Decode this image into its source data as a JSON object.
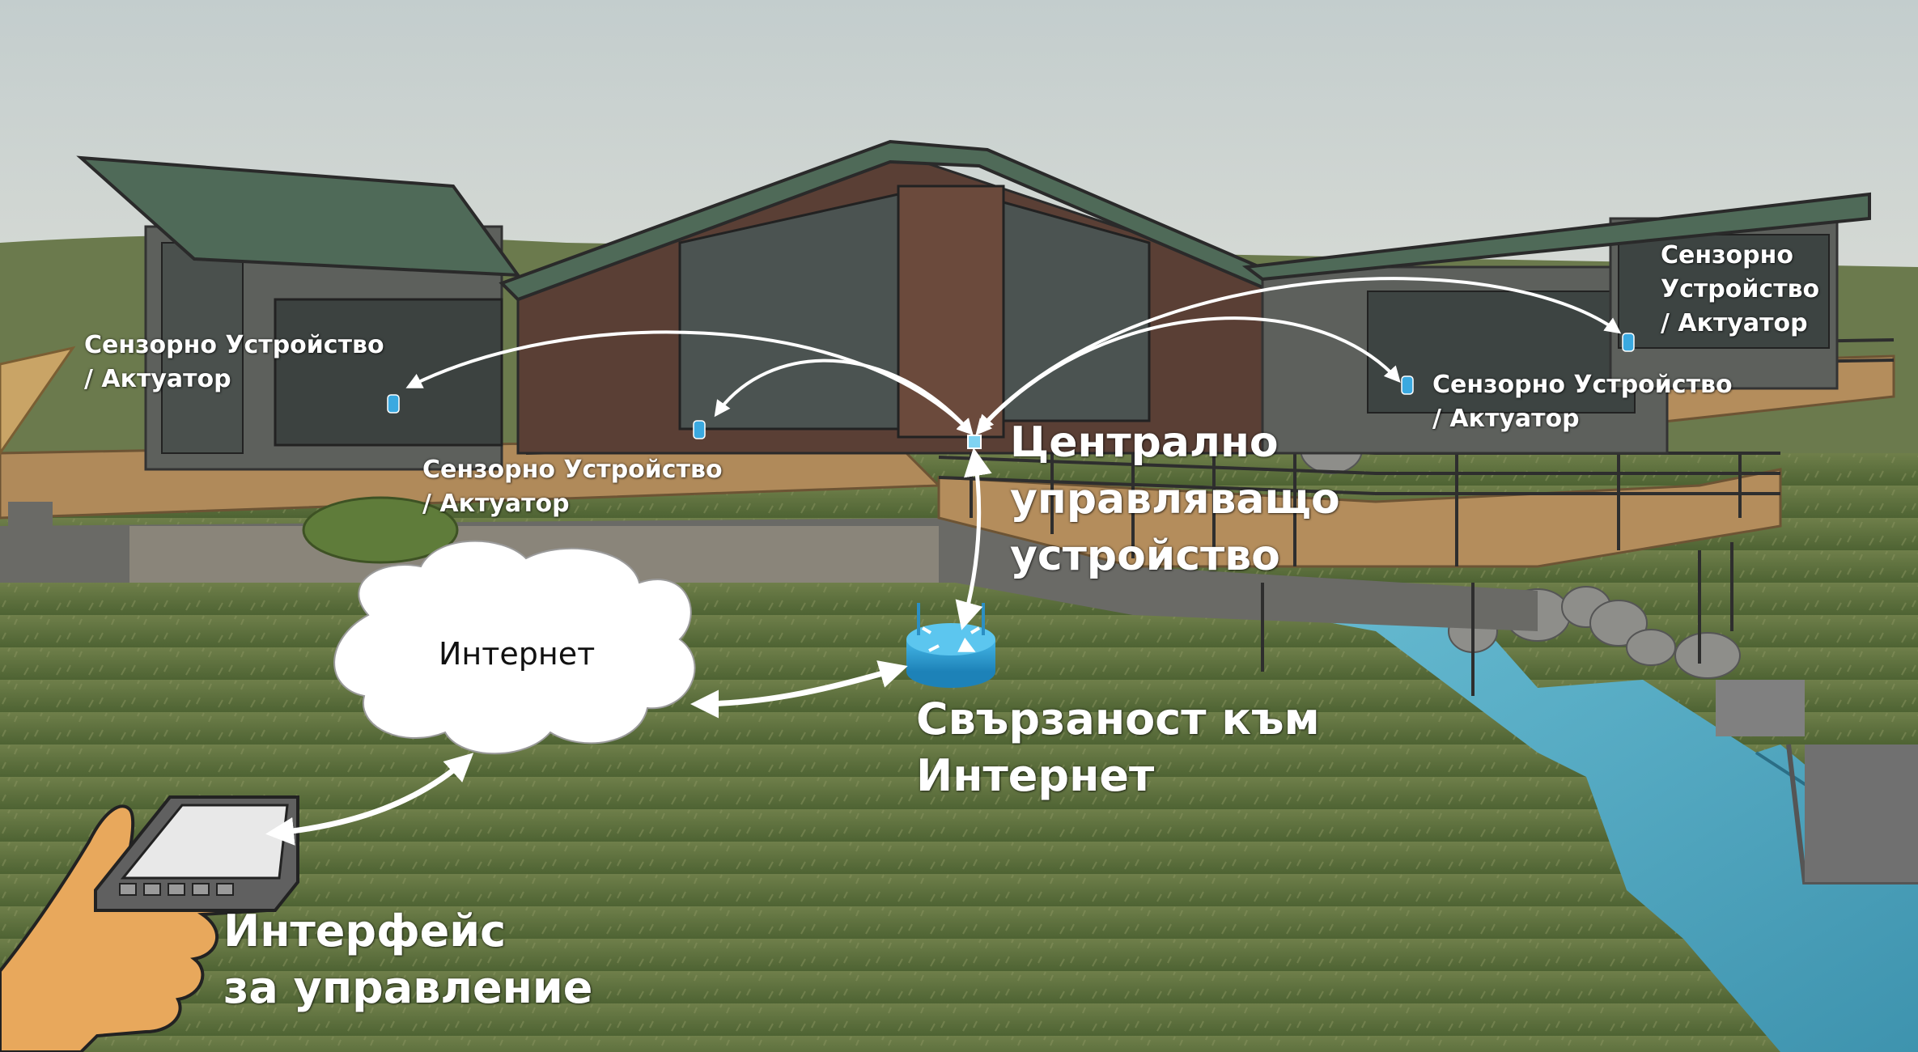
{
  "labels": {
    "sensor_1": "Сензорно Устройство / Актуатор",
    "sensor_2": "Сензорно Устройство / Актуатор",
    "sensor_3": "Сензорно Устройство / Актуатор",
    "sensor_4": "Сензорно Устройство / Актуатор",
    "central_device": "Централно управляващо устройство",
    "internet_connectivity": "Свързаност към Интернет",
    "cloud": "Интернет",
    "control_interface": "Интерфейс за управление"
  },
  "label_lines": {
    "sensor_1": [
      "Сензорно Устройство",
      "/ Актуатор"
    ],
    "sensor_2": [
      "Сензорно Устройство",
      "/ Актуатор"
    ],
    "sensor_3": [
      "Сензорно Устройство",
      "/ Актуатор"
    ],
    "sensor_4": [
      "Сензорно",
      "Устройство",
      "/ Актуатор"
    ],
    "central_device": [
      "Централно",
      "управляващо",
      "устройство"
    ],
    "internet_connectivity": [
      "Свързаност към",
      "Интернет"
    ],
    "control_interface": [
      "Интерфейс",
      "за управление"
    ]
  },
  "colors": {
    "sky": "#c9d2d1",
    "grass": "#5b6f3c",
    "roof": "#4f6a58",
    "wall": "#5c5e5b",
    "wood": "#b08a5a",
    "water": "#4fa9c2",
    "router": "#2ea2d6",
    "hand": "#e8a85c",
    "arrow": "#ffffff"
  },
  "icons": {
    "sensor": "sensor-bluetooth-icon",
    "router": "router-icon",
    "cloud": "cloud-icon",
    "hand": "hand-holding-device-icon"
  }
}
